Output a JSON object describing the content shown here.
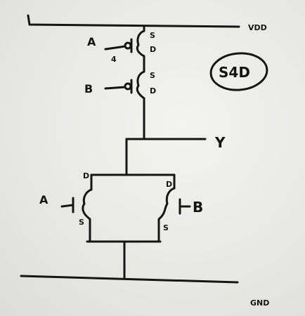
{
  "labels": {
    "vdd": "VDD",
    "gnd": "GND",
    "output": "Y",
    "note": "S4D",
    "pmos_a": {
      "gate": "A",
      "source": "S",
      "drain": "D",
      "extra": "4"
    },
    "pmos_b": {
      "gate": "B",
      "source": "S",
      "drain": "D"
    },
    "nmos_a": {
      "gate": "A",
      "drain": "D",
      "source": "S"
    },
    "nmos_b": {
      "gate": "B",
      "drain": "D",
      "source": "S"
    }
  },
  "colors": {
    "ink": "#151515",
    "paper": "#ececea"
  }
}
